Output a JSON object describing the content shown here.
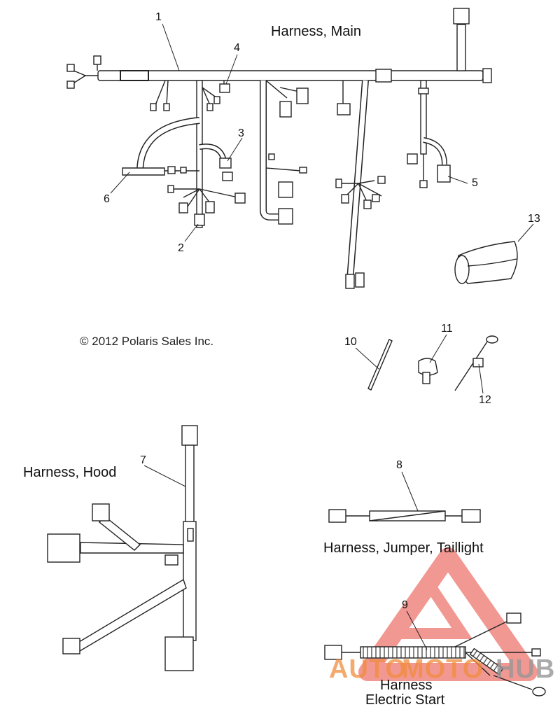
{
  "titles": {
    "main": "Harness, Main",
    "hood": "Harness, Hood",
    "jumper": "Harness, Jumper, Taillight",
    "electric_line1": "Harness",
    "electric_line2": "Electric Start"
  },
  "copyright": "© 2012 Polaris Sales Inc.",
  "callouts": [
    "1",
    "2",
    "3",
    "4",
    "5",
    "6",
    "7",
    "8",
    "9",
    "10",
    "11",
    "12",
    "13"
  ],
  "watermark": {
    "auto": "AUTO",
    "moto": "MOTO",
    "hub": "HUB",
    "colors": {
      "triangle": "#e8453c",
      "auto": "#f08c3c",
      "hub": "#9a9a9a"
    }
  }
}
